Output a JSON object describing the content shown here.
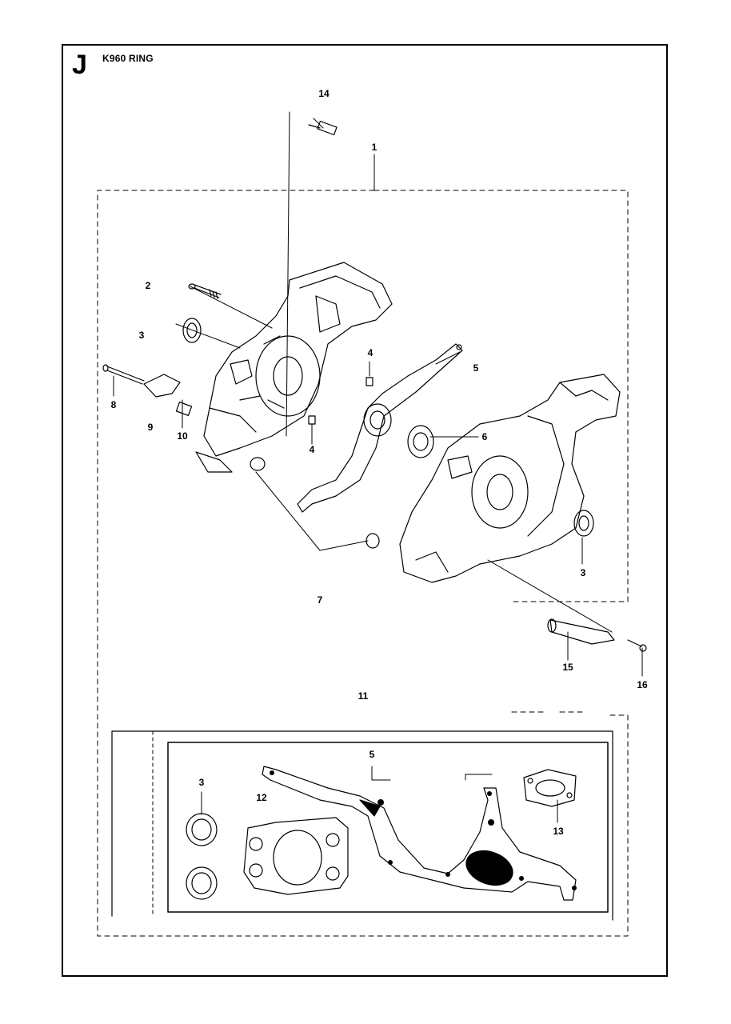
{
  "sheet": {
    "section_letter": "J",
    "model_title": "K960 RING"
  },
  "callouts": {
    "c1": "1",
    "c2": "2",
    "c3a": "3",
    "c3b": "3",
    "c3c": "3",
    "c4a": "4",
    "c4b": "4",
    "c5a": "5",
    "c5b": "5",
    "c6": "6",
    "c7": "7",
    "c8": "8",
    "c9": "9",
    "c10": "10",
    "c11": "11",
    "c12": "12",
    "c13": "13",
    "c14": "14",
    "c15": "15",
    "c16": "16"
  }
}
